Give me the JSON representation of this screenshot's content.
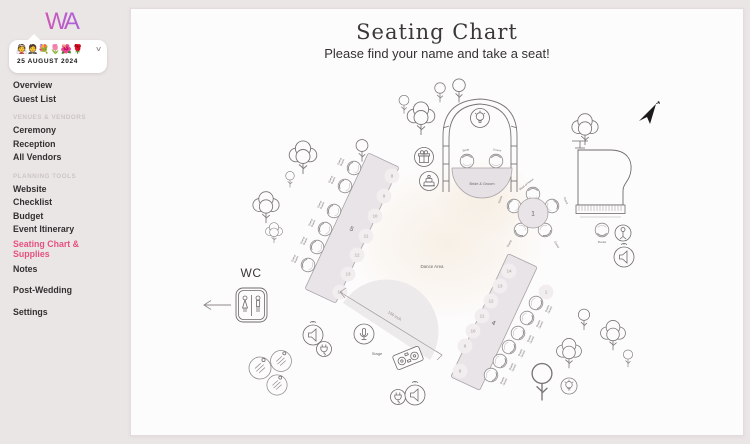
{
  "sidebar": {
    "logo": "WA",
    "event_card": {
      "emojis": "👰🤵💐🌷🌺🌹",
      "chevron": "∨",
      "date": "25 AUGUST 2024"
    },
    "nav": {
      "overview": "Overview",
      "guest_list": "Guest List",
      "venues_header": "VENUES & VENDORS",
      "ceremony": "Ceremony",
      "reception": "Reception",
      "all_vendors": "All Vendors",
      "planning_header": "PLANNING TOOLS",
      "website": "Website",
      "checklist": "Checklist",
      "budget": "Budget",
      "event_itinerary": "Event Itinerary",
      "seating_chart": "Seating Chart & Supplies",
      "notes": "Notes",
      "post_wedding": "Post-Wedding",
      "settings": "Settings"
    },
    "accent_color": "#e4527e"
  },
  "main": {
    "title": "Seating Chart",
    "subtitle": "Please find your name and take a seat!"
  },
  "diagram": {
    "labels": {
      "dance_area": "Dance Area",
      "stage": "Stage",
      "stage_width": "150 inch",
      "wc": "WC",
      "bride_groom_table": "Bride & Groom",
      "bride": "Bride",
      "groom": "Groom",
      "maid_of_honor": "Maid of Honor",
      "pianist": "Pianist"
    },
    "tables": {
      "round_table_number": "1",
      "left_table_number": "5",
      "right_table_number": "4",
      "head_seat_number": "1"
    },
    "left_table_seat_numbers": [
      "8",
      "9",
      "10",
      "11",
      "12",
      "13",
      "14"
    ],
    "right_table_seat_numbers": [
      "14",
      "13",
      "12",
      "11",
      "10",
      "9",
      "8"
    ],
    "guest_label": "Guest"
  }
}
